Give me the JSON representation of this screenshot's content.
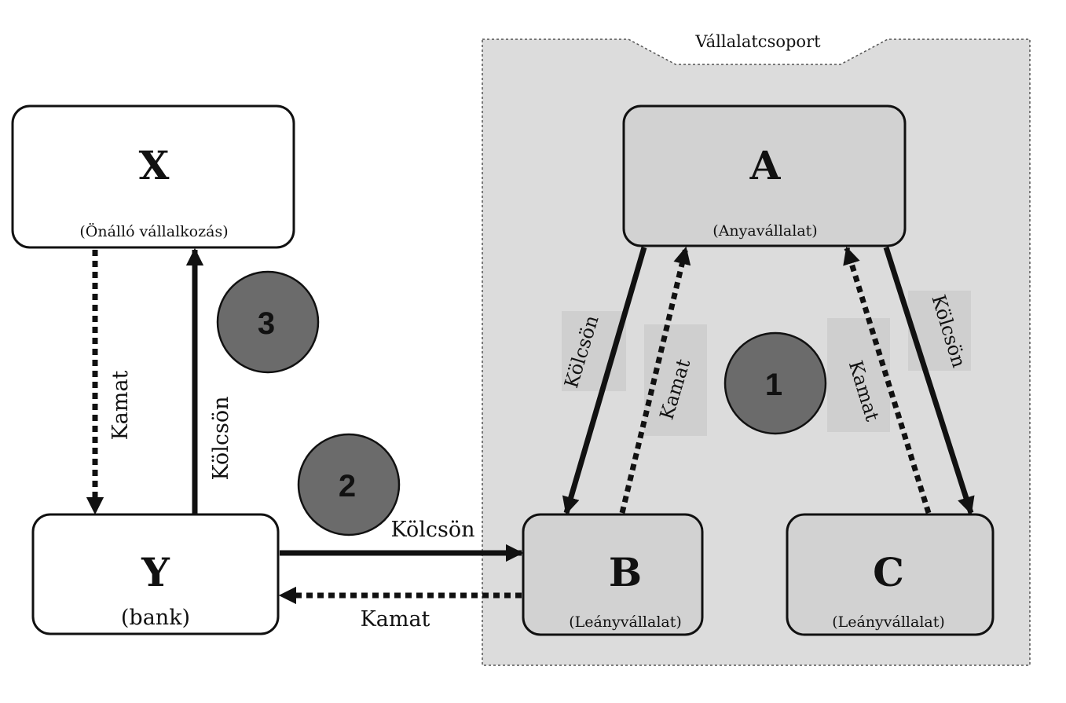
{
  "group": {
    "title": "Vállalatcsoport"
  },
  "nodes": {
    "x": {
      "letter": "X",
      "subtitle": "(Önálló  vállalkozás)"
    },
    "y": {
      "letter": "Y",
      "subtitle": "(bank)"
    },
    "a": {
      "letter": "A",
      "subtitle": "(Anyavállalat)"
    },
    "b": {
      "letter": "B",
      "subtitle": "(Leányvállalat)"
    },
    "c": {
      "letter": "C",
      "subtitle": "(Leányvállalat)"
    }
  },
  "edges": {
    "x_to_y": {
      "label": "Kamat",
      "style": "dotted"
    },
    "y_to_x": {
      "label": "Kölcsön",
      "style": "solid"
    },
    "y_to_b": {
      "label": "Kölcsön",
      "style": "solid"
    },
    "b_to_y": {
      "label": "Kamat",
      "style": "dotted"
    },
    "a_to_b": {
      "label": "Kölcsön",
      "style": "solid"
    },
    "b_to_a": {
      "label": "Kamat",
      "style": "dotted"
    },
    "c_to_a": {
      "label": "Kamat",
      "style": "dotted"
    },
    "a_to_c": {
      "label": "Kölcsön",
      "style": "solid"
    }
  },
  "markers": {
    "m1": "1",
    "m2": "2",
    "m3": "3"
  },
  "colors": {
    "group_fill": "#dcdcdc",
    "node_group_fill": "#d2d2d2",
    "node_fill": "#ffffff",
    "marker_fill": "#6b6b6b",
    "stroke": "#111111"
  }
}
